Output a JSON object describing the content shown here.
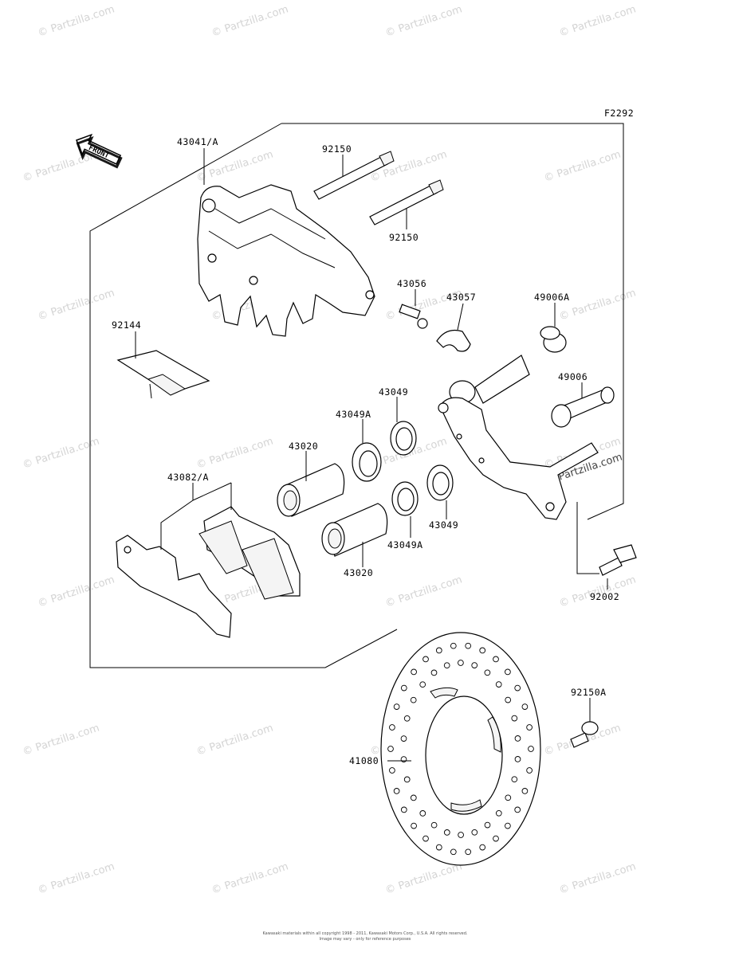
{
  "figure_code": "F2292",
  "direction_label": "FRONT",
  "parts": {
    "caliper": "43041/A",
    "pin_upper": "92150",
    "pin_lower": "92150",
    "bleeder": "43056",
    "cap": "43057",
    "bushing_a": "49006A",
    "bolt_sleeve": "49006",
    "spring": "92144",
    "seal_a_upper": "43049A",
    "seal_upper": "43049",
    "piston_upper": "43020",
    "pad_set": "43082/A",
    "seal_lower": "43049",
    "seal_a_lower": "43049A",
    "piston_lower": "43020",
    "bolt": "92002",
    "bolt_disc": "92150A",
    "disc": "41080"
  },
  "watermark": "© Partzilla.com",
  "footer": {
    "line1": "Kawasaki materials within all copyright 1998 - 2011, Kawasaki Motors Corp., U.S.A.  All rights reserved.",
    "line2": "Image may vary - only for reference purposes"
  }
}
